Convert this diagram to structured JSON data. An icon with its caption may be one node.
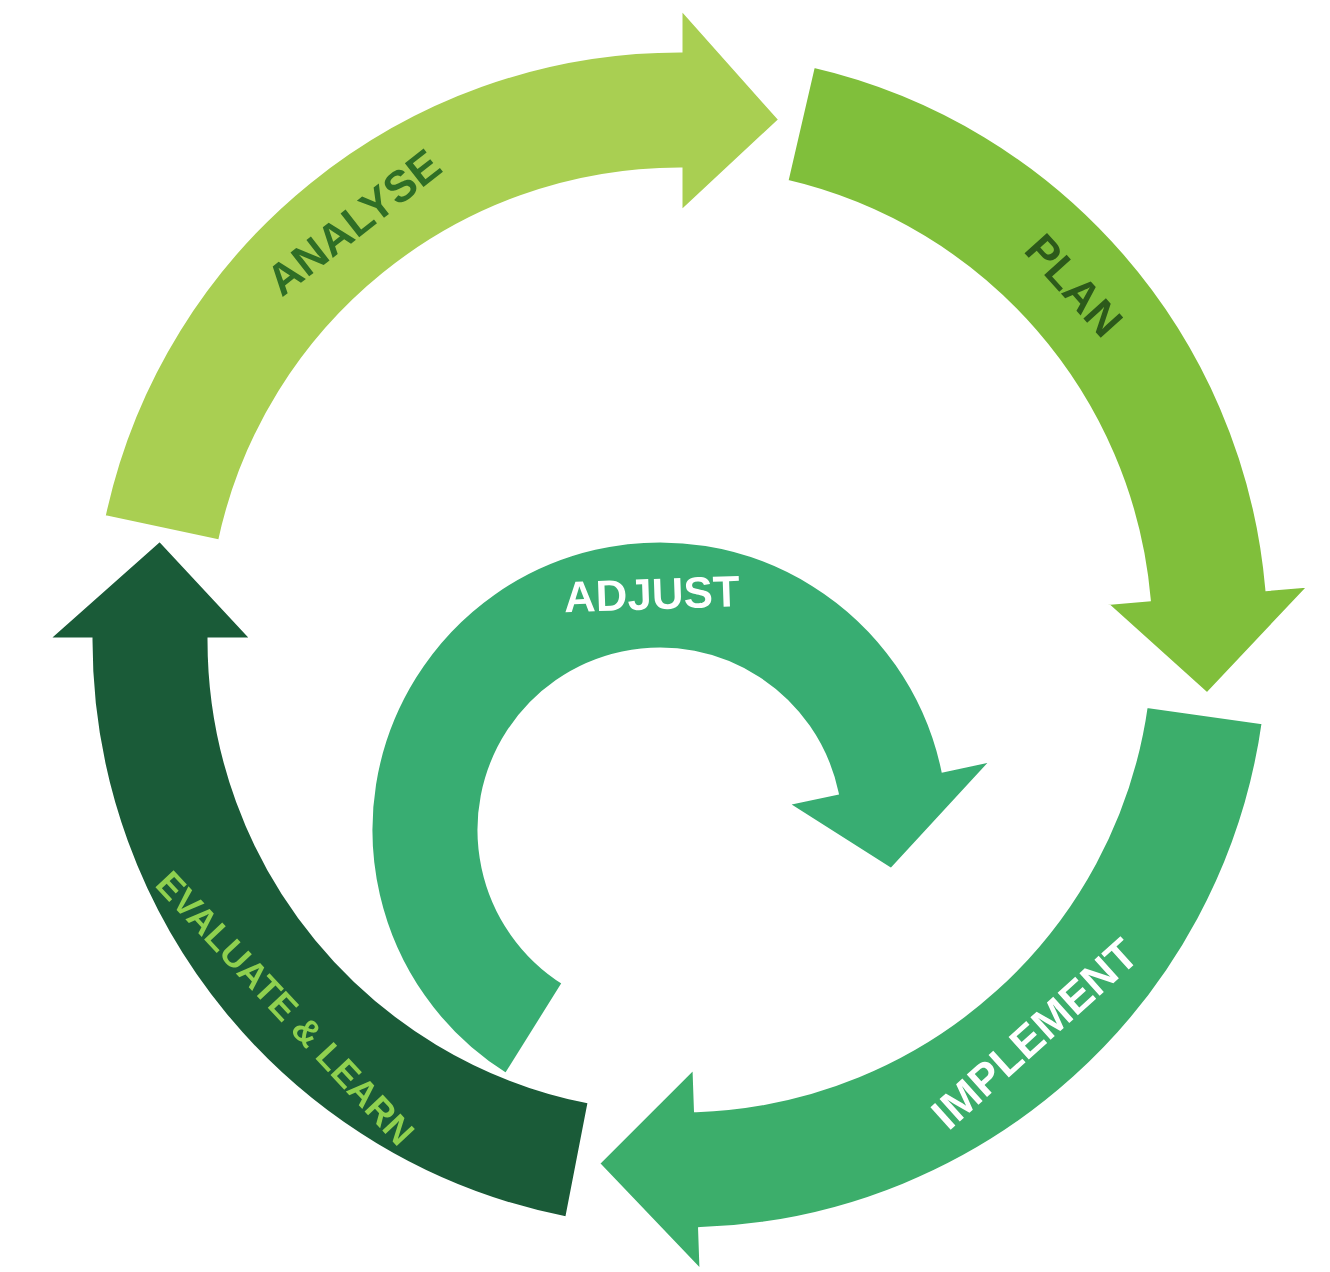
{
  "diagram": {
    "nodes": [
      {
        "text": [
          "ANALYSE"
        ]
      },
      {
        "text": [
          "PLAN"
        ]
      },
      {
        "text": [
          "IMPLEMENT"
        ]
      },
      {
        "text": [
          "EVALUATE & LEARN"
        ]
      },
      {
        "text": [
          "ADJUST"
        ]
      }
    ]
  }
}
